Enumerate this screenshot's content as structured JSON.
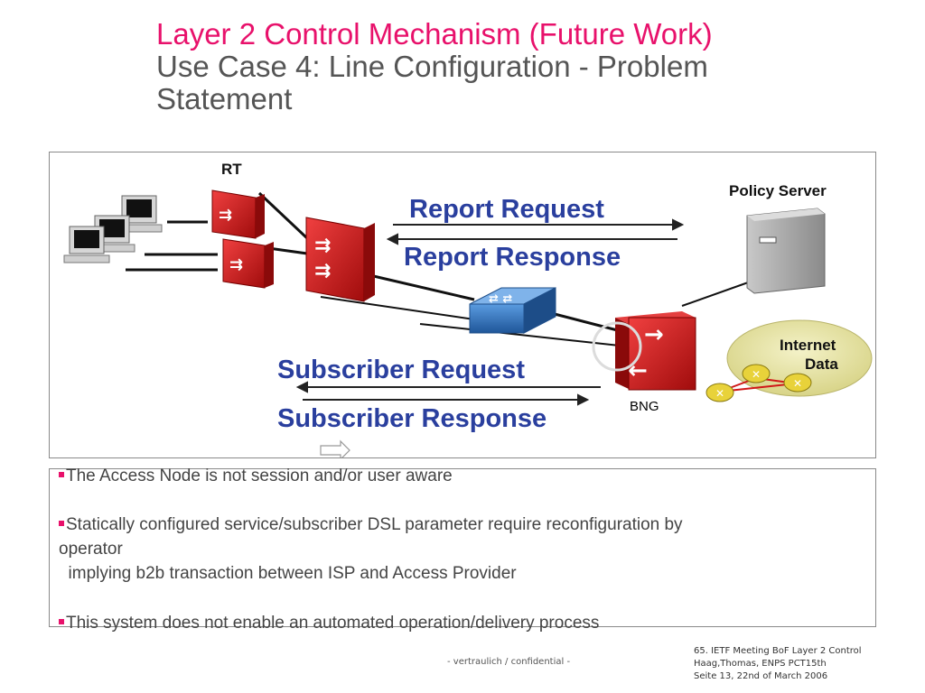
{
  "title": {
    "line1": "Layer 2 Control Mechanism (Future Work)",
    "line2": "Use Case 4: Line Configuration - Problem",
    "line3": "Statement"
  },
  "diagram": {
    "rt_label": "RT",
    "policy_server_label": "Policy Server",
    "report_request": "Report Request",
    "report_response": "Report Response",
    "subscriber_request": "Subscriber  Request",
    "subscriber_response": "Subscriber Response",
    "internet_label": "Internet",
    "data_label": "Data",
    "bng_label": "BNG",
    "colors": {
      "device_red": "#d01818",
      "switch_blue": "#2e6fb8",
      "label_blue": "#2a3f9e",
      "cloud_yellow": "#e6e3a3",
      "router_yellow": "#e8d23a"
    }
  },
  "bullets": [
    "The Access Node is not session and/or user aware",
    "Statically configured service/subscriber DSL parameter require reconfiguration by",
    "operator",
    "  implying b2b transaction between ISP and Access Provider",
    "This system does not enable an automated operation/delivery process"
  ],
  "footer": {
    "confidential": "- vertraulich / confidential -",
    "meeting": "65. IETF Meeting BoF Layer 2 Control",
    "author": "Haag,Thomas, ENPS PCT15th",
    "page": "Seite 13, 22nd of March 2006"
  }
}
